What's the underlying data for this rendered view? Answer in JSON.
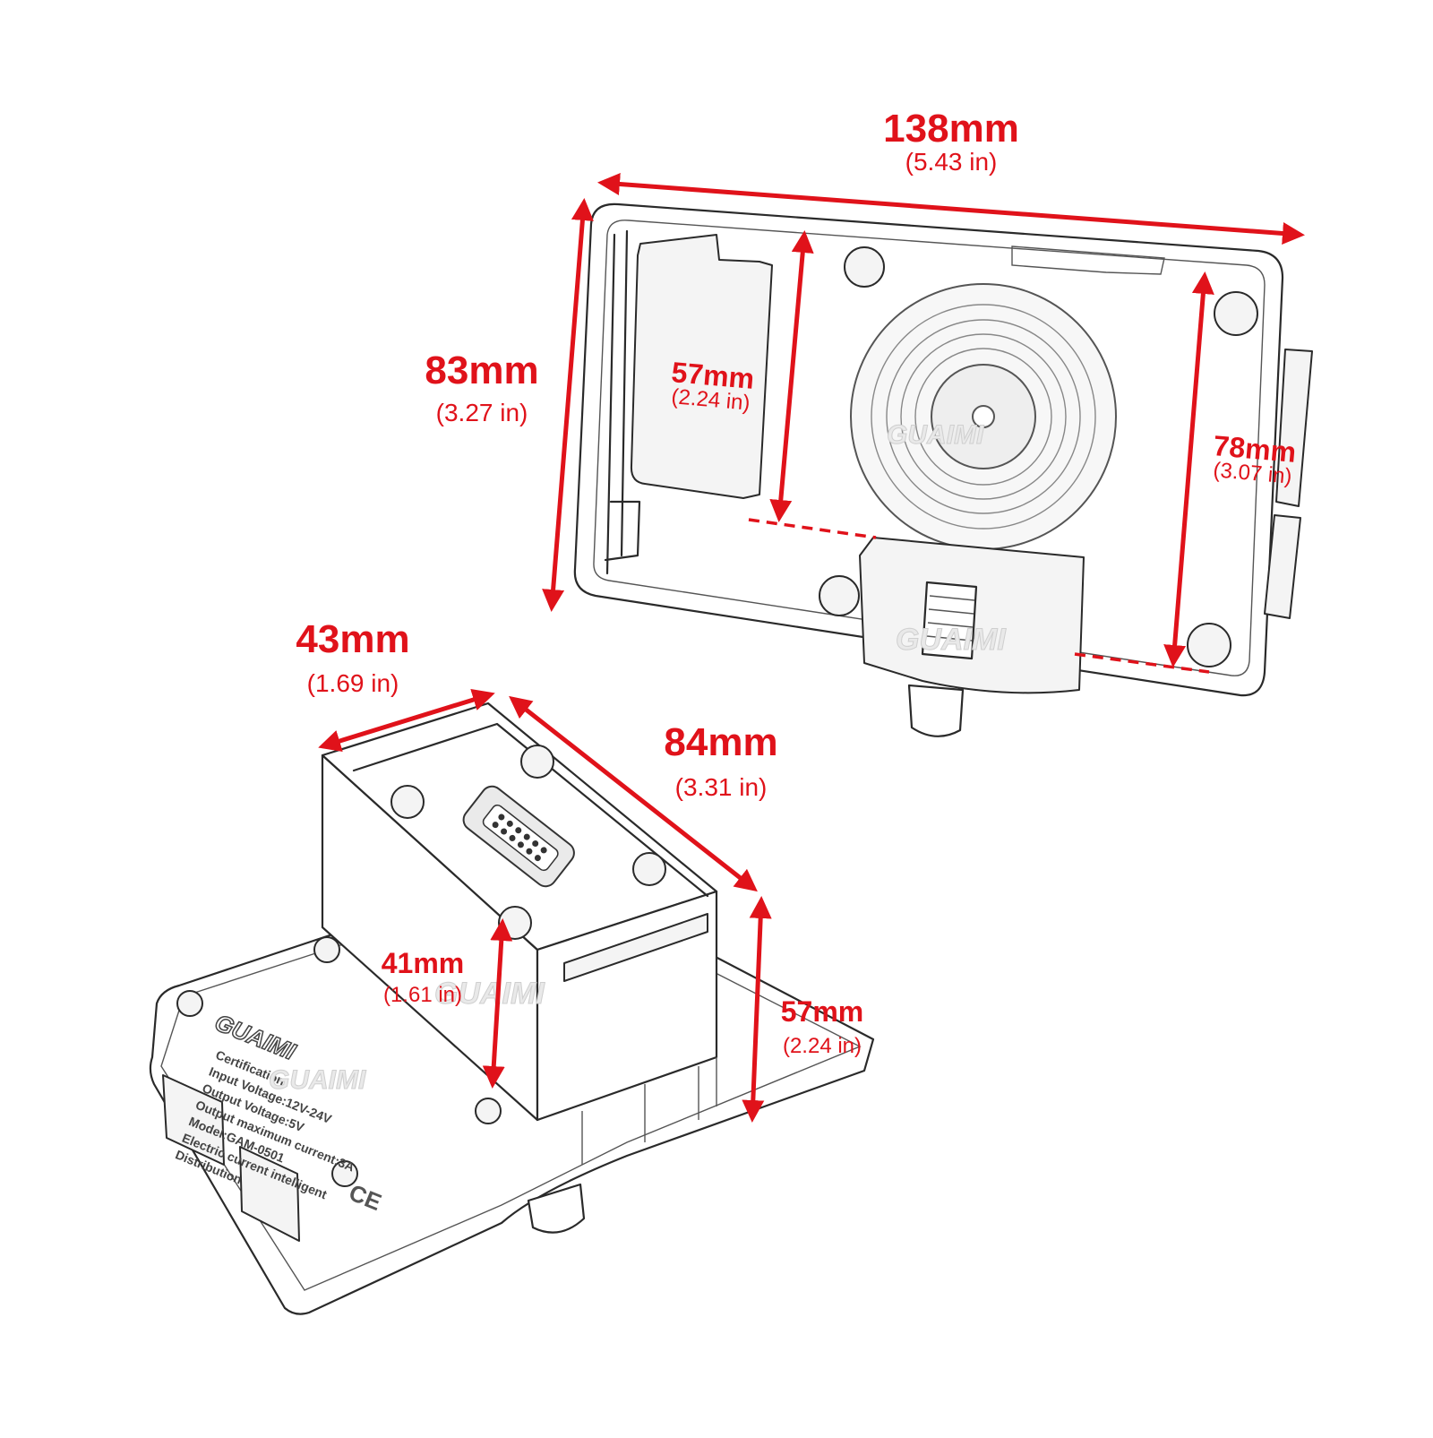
{
  "brand": "GUAIMI",
  "label_lines": [
    "Certification",
    "Input Voltage:12V-24V",
    "Output Voltage:5V",
    "Output maximum current:3A",
    "Model:GAM-0501",
    "Electric current intelligent",
    "Distribution"
  ],
  "ce_mark": "CE",
  "dimensions": {
    "top_width": {
      "main": "138mm",
      "sub": "(5.43 in)"
    },
    "top_height": {
      "main": "83mm",
      "sub": "(3.27 in)"
    },
    "top_inner": {
      "main": "57mm",
      "sub": "(2.24 in)"
    },
    "top_right": {
      "main": "78mm",
      "sub": "(3.07 in)"
    },
    "bottom_width": {
      "main": "43mm",
      "sub": "(1.69 in)"
    },
    "bottom_length": {
      "main": "84mm",
      "sub": "(3.31 in)"
    },
    "bottom_inner": {
      "main": "41mm",
      "sub": "(1.61 in)"
    },
    "bottom_height": {
      "main": "57mm",
      "sub": "(2.24 in)"
    }
  },
  "colors": {
    "accent": "#e0121a",
    "line": "#2a2a2a",
    "background": "#ffffff"
  }
}
